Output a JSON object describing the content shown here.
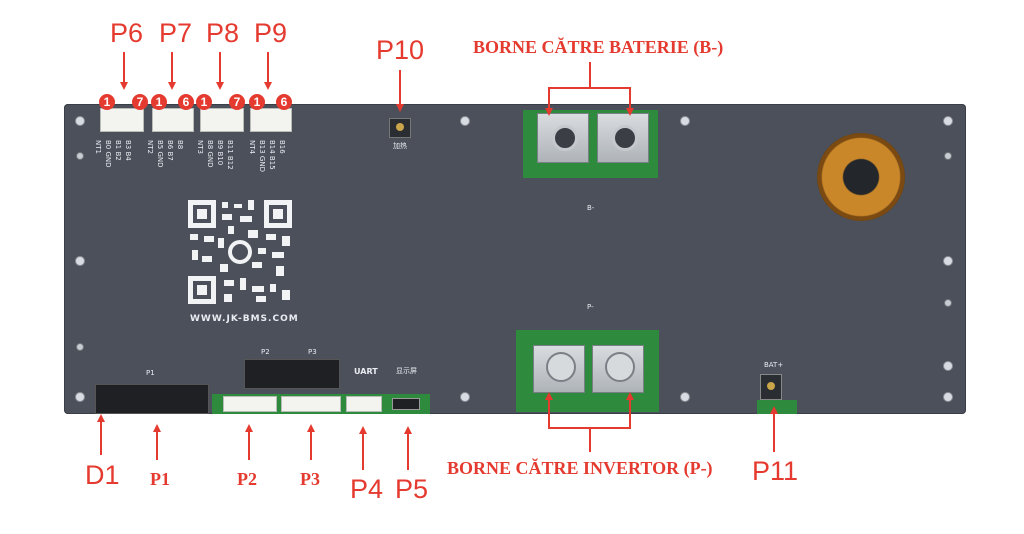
{
  "labels": {
    "p6": "P6",
    "p7": "P7",
    "p8": "P8",
    "p9": "P9",
    "p10": "P10",
    "p1": "P1",
    "p2": "P2",
    "p3": "P3",
    "p4": "P4",
    "p5": "P5",
    "d1": "D1",
    "p11": "P11",
    "borne_baterie": "BORNE CĂTRE BATERIE (B-)",
    "borne_invertor": "BORNE CĂTRE INVERTOR (P-)"
  },
  "badges": {
    "p6": [
      "1",
      "7"
    ],
    "p7": [
      "1",
      "6"
    ],
    "p8": [
      "1",
      "7"
    ],
    "p9": [
      "1",
      "6"
    ]
  },
  "board": {
    "website": "WWW.JK-BMS.COM",
    "b_minus": "B-",
    "p_minus": "P-",
    "bat_plus": "BAT+",
    "heat": "加热",
    "uart": "UART",
    "display": "显示屏",
    "silk_p1": "P1",
    "silk_p2": "P2",
    "silk_p3": "P3",
    "pins_p6": [
      "NT1",
      "B0  GND",
      "B1  B2",
      "B3  B4"
    ],
    "pins_p7": [
      "NT2",
      "B5  GND",
      "B6  B7",
      "B8"
    ],
    "pins_p8": [
      "NT3",
      "B8  GND",
      "B9  B10",
      "B11 B12"
    ],
    "pins_p9": [
      "NT4",
      "B13 GND",
      "B14 B15",
      "B16"
    ]
  },
  "colors": {
    "accent_red": "#e53a2f",
    "board_gray": "#4a4f58",
    "pcb_green": "#2e8a3d"
  }
}
